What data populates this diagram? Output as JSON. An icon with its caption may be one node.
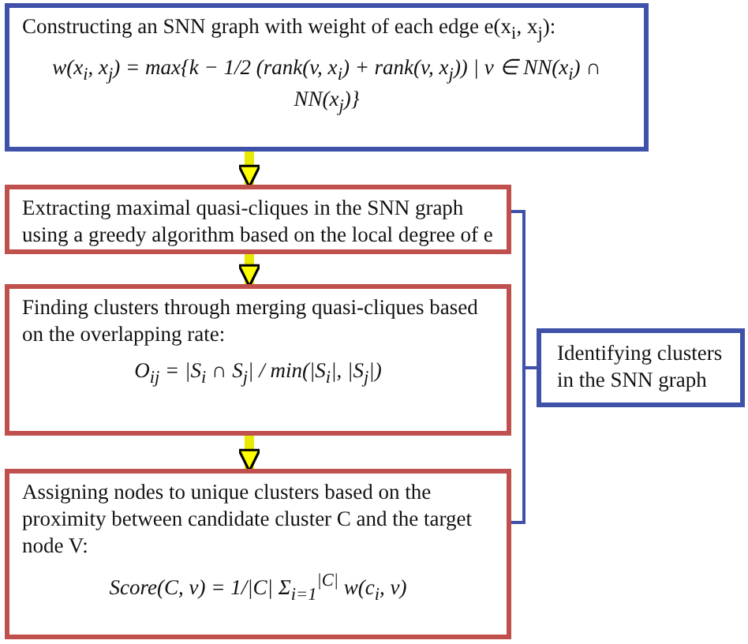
{
  "diagram": {
    "nodes": [
      {
        "text": [
          "Constructing an SNN graph with weight of each edge e(x$_{i}$, x$_{j}$):",
          "w(x$_{i}$, x$_{j}$) = max{k − 1/2 (rank(v, x$_{i}$) + rank(v, x$_{j}$)) | v ∈ NN(x$_{i}$) ∩ NN(x$_{j}$)}"
        ]
      },
      {
        "text": [
          "Extracting maximal quasi-cliques in the SNN graph using a greedy algorithm based on the local degree of e"
        ]
      },
      {
        "text": [
          "Finding clusters through merging quasi-cliques based on the overlapping rate:",
          "O$_{ij}$ = |S$_{i}$ ∩ S$_{j}$| / min(|S$_{i}$|, |S$_{j}$|)"
        ]
      },
      {
        "text": [
          "Assigning nodes to unique clusters based on the proximity between candidate cluster C and the target node V:",
          "Score(C, v) = 1/|C| Σ$_{i=1}$$^{|C|}$ w(c$_{i}$, v)"
        ]
      },
      {
        "text": [
          "Identifying clusters in the SNN graph"
        ]
      }
    ],
    "edges": [
      {
        "from": 0,
        "to": 1,
        "arrow": "to"
      },
      {
        "from": 1,
        "to": 2,
        "arrow": "to"
      },
      {
        "from": 2,
        "to": 3,
        "arrow": "to"
      }
    ]
  }
}
